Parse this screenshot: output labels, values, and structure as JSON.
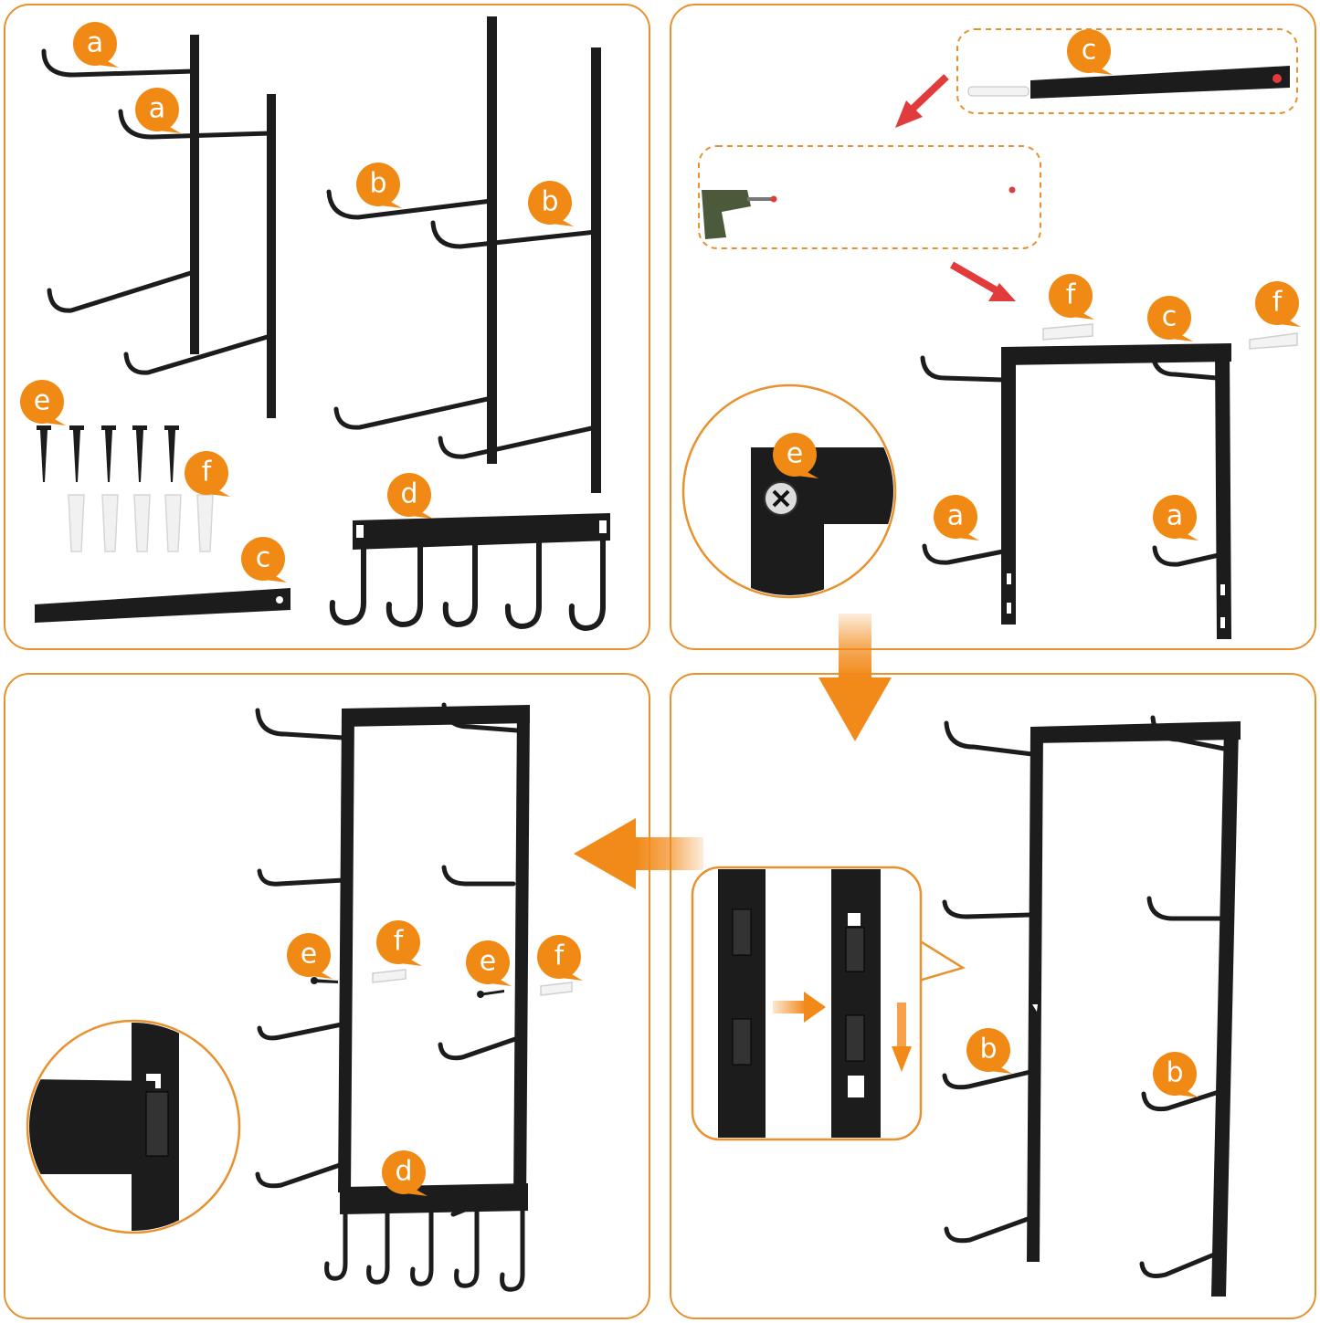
{
  "colors": {
    "panel_border": "#e8912d",
    "label_fill": "#f08a14",
    "label_text": "#ffffff",
    "metal": "#1c1c1c",
    "arrow_orange": "#f28a1a",
    "arrow_red": "#e23b3b",
    "dashed_border": "#e8912d"
  },
  "labels": {
    "a": "a",
    "b": "b",
    "c": "c",
    "d": "d",
    "e": "e",
    "f": "f"
  },
  "panels": [
    {
      "name": "parts-overview",
      "labels": [
        "a",
        "a",
        "b",
        "b",
        "e",
        "f",
        "c",
        "d"
      ]
    },
    {
      "name": "mount-top-bar",
      "labels": [
        "c",
        "f",
        "c",
        "f",
        "e",
        "a",
        "a"
      ]
    },
    {
      "name": "attach-bottom-arms",
      "labels": [
        "b",
        "b"
      ]
    },
    {
      "name": "attach-hook-bar",
      "labels": [
        "e",
        "f",
        "e",
        "f",
        "d"
      ]
    }
  ],
  "icons": [
    "drill-icon",
    "screw-icon",
    "wall-anchor-icon",
    "arrow-right-icon",
    "arrow-down-icon",
    "arrow-left-icon"
  ]
}
